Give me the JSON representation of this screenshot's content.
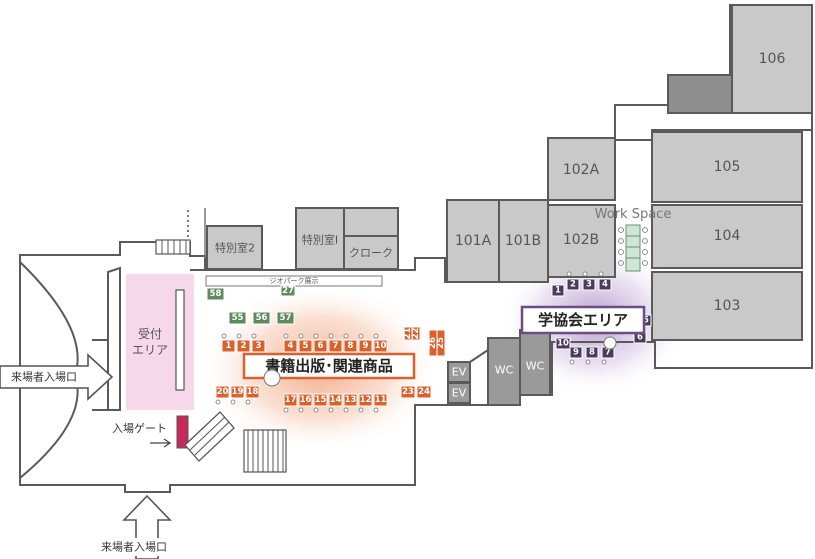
{
  "rooms": {
    "r106": "106",
    "r105": "105",
    "r104": "104",
    "r103": "103",
    "r102a": "102A",
    "r102b": "102B",
    "r101a": "101A",
    "r101b": "101B",
    "special2": "特別室2",
    "special1": "特別室Ⅰ",
    "cloak": "クローク",
    "work_space": "Work Space",
    "wc1": "WC",
    "wc2": "WC",
    "ev1": "EV",
    "ev2": "EV"
  },
  "areas": {
    "reception": "受付\nエリア",
    "reception_line1": "受付",
    "reception_line2": "エリア",
    "entry_gate": "入場ゲート",
    "geopark": "ジオパーク展示",
    "books_banner": "書籍出版･関連商品",
    "society_banner": "学協会エリア"
  },
  "entrances": {
    "left": "来場者入場口",
    "bottom": "来場者入場口"
  },
  "booths": {
    "orange_top": [
      "1",
      "2",
      "3",
      "4",
      "5",
      "6",
      "7",
      "8",
      "9",
      "10"
    ],
    "orange_bottom_left": [
      "20",
      "19",
      "18"
    ],
    "orange_bottom_right": [
      "17",
      "16",
      "15",
      "14",
      "13",
      "12",
      "11"
    ],
    "orange_side": [
      "21",
      "22",
      "23",
      "24",
      "25",
      "26"
    ],
    "green": [
      "58",
      "55",
      "56",
      "57",
      "27"
    ],
    "purple": [
      "1",
      "2",
      "3",
      "4",
      "5",
      "6",
      "7",
      "8",
      "9",
      "10"
    ]
  },
  "colors": {
    "orange": "#d8612e",
    "green": "#5f8a5d",
    "purple": "#4a3d5c",
    "pink_zone": "#f7d8ea",
    "room_gray": "#c9c9c9"
  }
}
